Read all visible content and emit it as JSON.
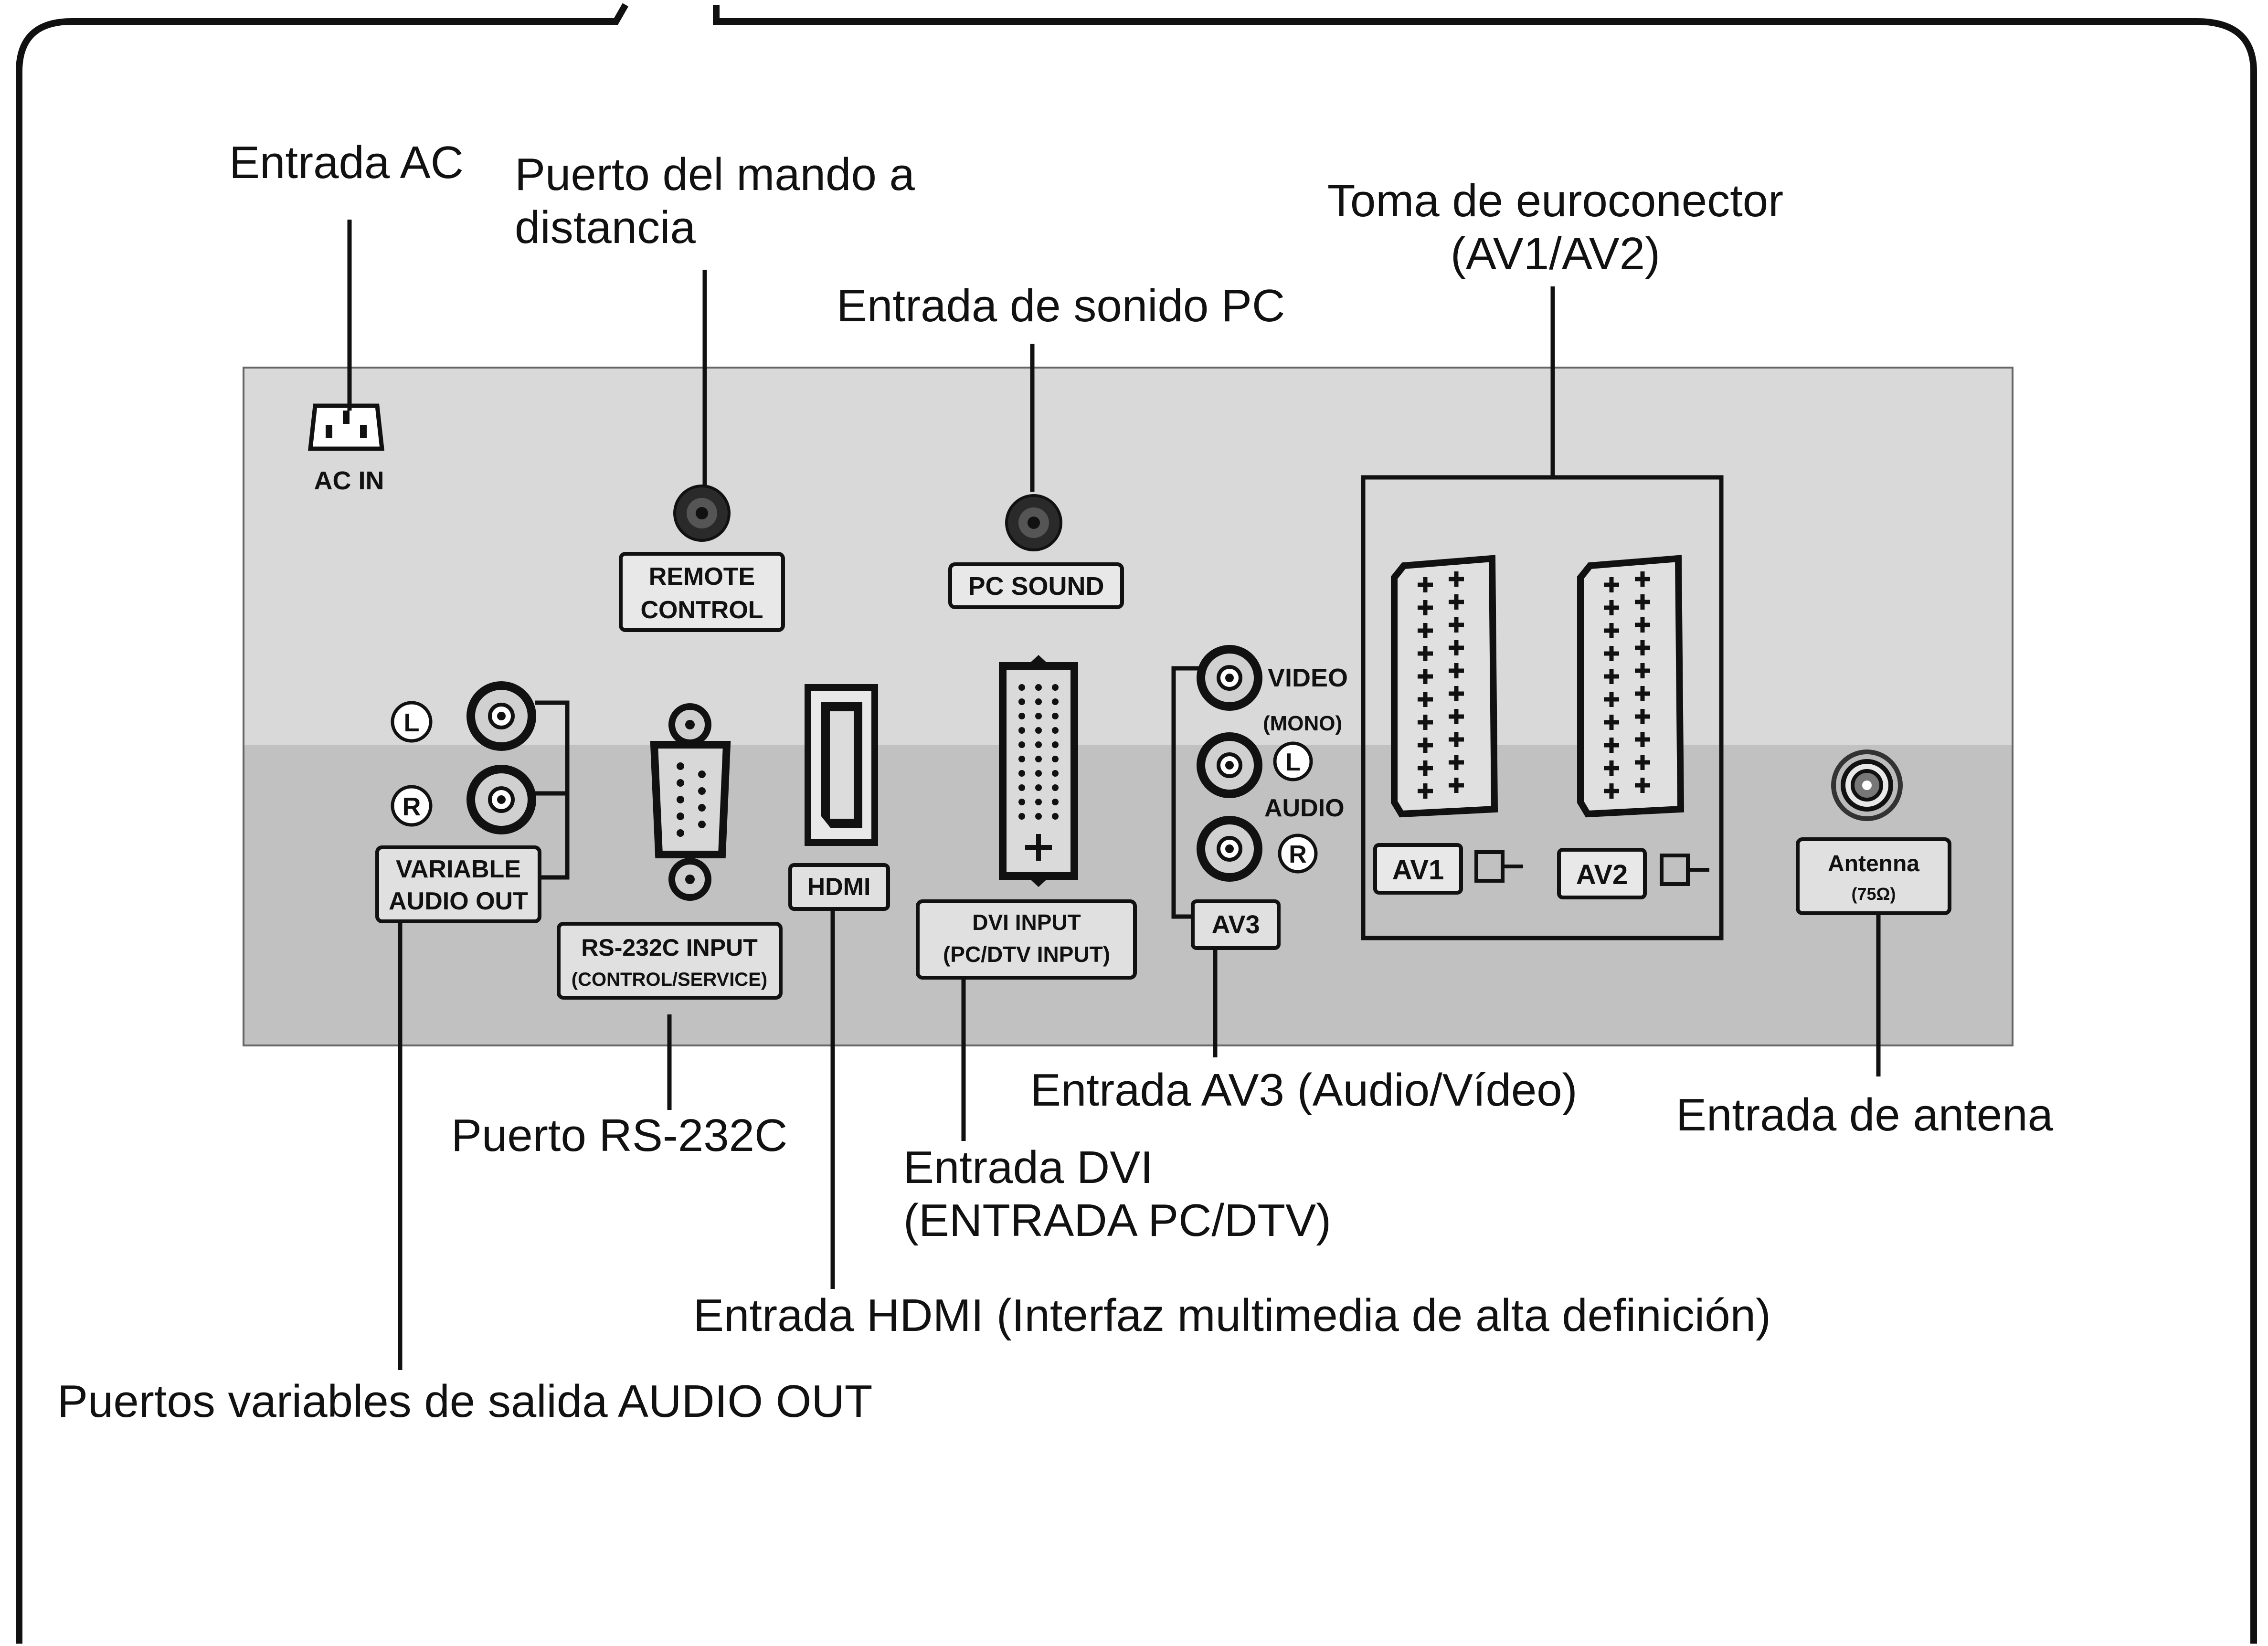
{
  "callouts": {
    "ac_in": "Entrada AC",
    "remote_port": "Puerto del mando a\ndistancia",
    "pc_sound_in": "Entrada de sonido PC",
    "euro_socket": "Toma de euroconector\n(AV1/AV2)",
    "rs232_port": "Puerto RS-232C",
    "dvi_in": "Entrada DVI\n(ENTRADA PC/DTV)",
    "av3_in": "Entrada AV3 (Audio/Vídeo)",
    "antenna_in": "Entrada de antena",
    "hdmi_in": "Entrada HDMI (Interfaz multimedia de alta definición)",
    "audio_out": "Puertos variables de salida AUDIO OUT"
  },
  "panel_labels": {
    "ac_in": "AC IN",
    "remote_control_1": "REMOTE",
    "remote_control_2": "CONTROL",
    "pc_sound": "PC SOUND",
    "video": "VIDEO",
    "mono": "(MONO)",
    "audio": "AUDIO",
    "audio_l": "L",
    "audio_r": "R",
    "variable_1": "VARIABLE",
    "variable_2": "AUDIO OUT",
    "var_l": "L",
    "var_r": "R",
    "rs232_1": "RS-232C INPUT",
    "rs232_2": "(CONTROL/SERVICE)",
    "hdmi": "HDMI",
    "dvi_1": "DVI INPUT",
    "dvi_2": "(PC/DTV INPUT)",
    "av3": "AV3",
    "av1": "AV1",
    "av2": "AV2",
    "antenna_1": "Antenna",
    "antenna_2": "(75Ω)"
  },
  "colors": {
    "panel_light": "#d8d8d8",
    "panel_dark": "#bcbcbc",
    "ink": "#111111"
  },
  "icons": [
    "ac-inlet-icon",
    "rca-jack-icon",
    "db9-connector-icon",
    "hdmi-port-icon",
    "dvi-port-icon",
    "scart-socket-icon",
    "coax-antenna-icon",
    "minijack-icon"
  ]
}
